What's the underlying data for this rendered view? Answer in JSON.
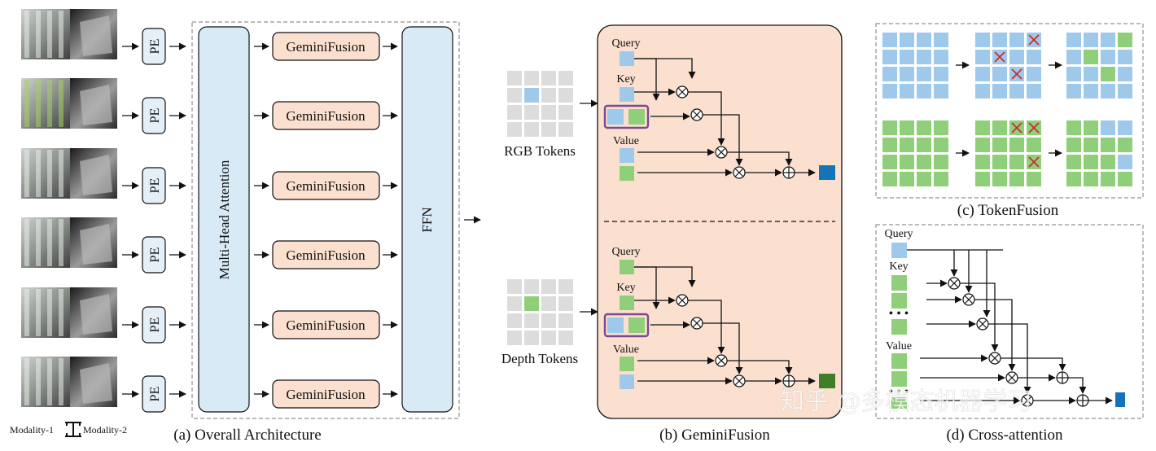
{
  "overall": {
    "caption": "(a) Overall Architecture",
    "pe_label": "PE",
    "mha_label": "Multi-Head Attention",
    "fusion_label": "GeminiFusion",
    "ffn_label": "FFN",
    "modality_1": "Modality-1",
    "modality_2": "Modality-2",
    "photo_pairs": 6
  },
  "gemini": {
    "caption": "(b) GeminiFusion",
    "rgb_tokens": "RGB Tokens",
    "depth_tokens": "Depth Tokens",
    "query": "Query",
    "key": "Key",
    "value": "Value"
  },
  "tokenfusion": {
    "caption": "(c) TokenFusion"
  },
  "cross": {
    "caption": "(d) Cross-attention",
    "query": "Query",
    "key": "Key",
    "value": "Value"
  },
  "watermark": "知乎 @多模态机器学习",
  "colors": {
    "rgb_token": "#9ec9eb",
    "depth_token": "#8fcf7a",
    "grid_gray": "#dcdcdc",
    "fusion_box": "#fbe0cf",
    "attention_box": "#d9eaf7",
    "pe_box": "#e4eff8",
    "gemini_panel": "#fbe0cf",
    "out_rgb": "#1773b8",
    "out_depth": "#3f7f2a",
    "drop_cross": "#cc2b2b"
  }
}
